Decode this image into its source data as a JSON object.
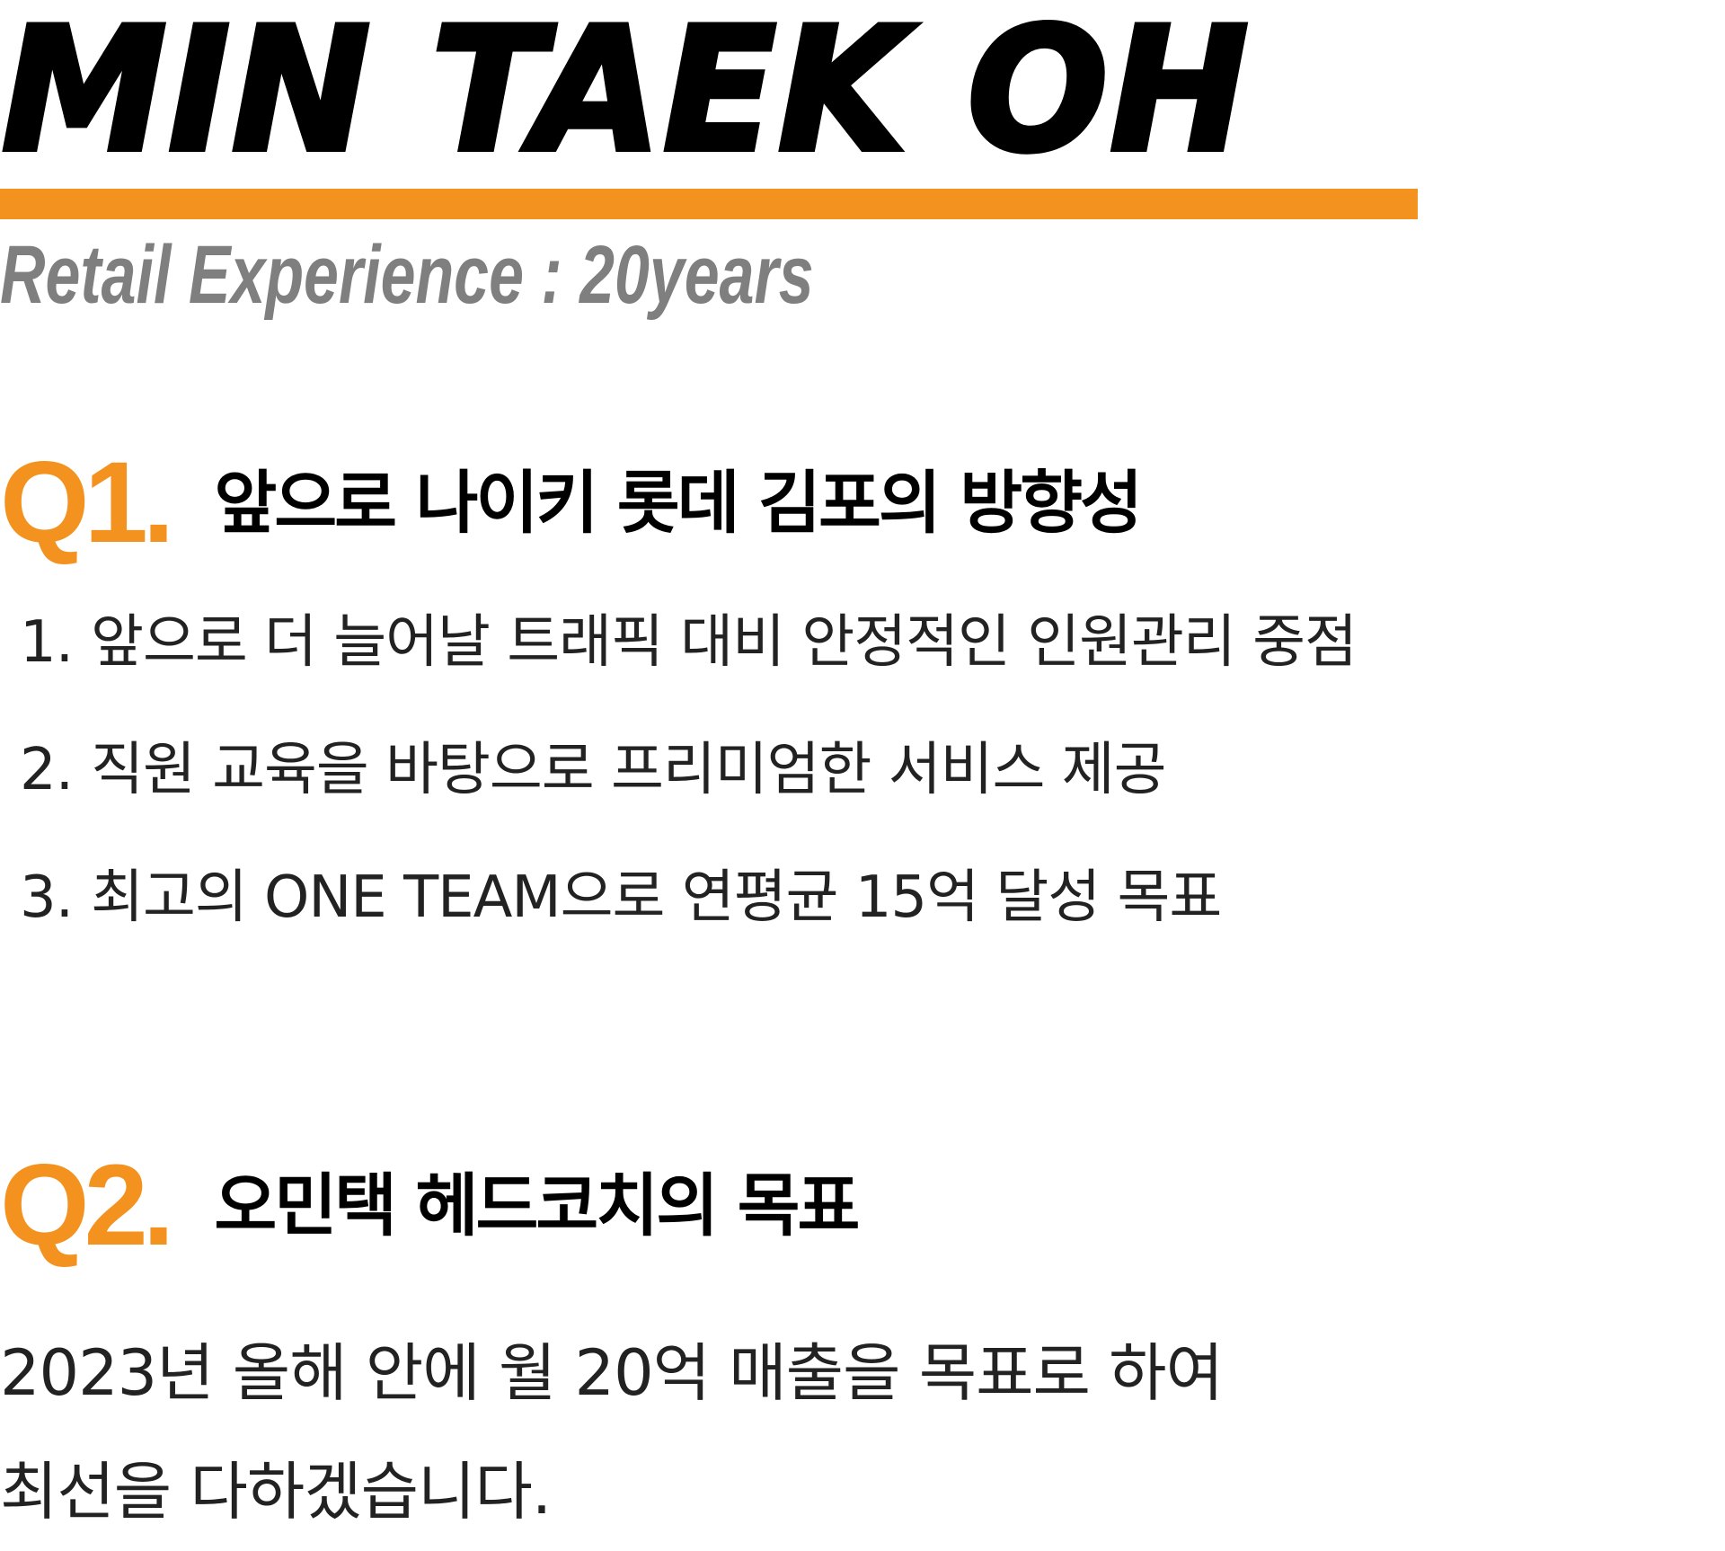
{
  "header": {
    "name": "MIN TAEK OH",
    "experience": "Retail Experience : 20years",
    "accent_color": "#f4921f",
    "subtitle_color": "#7f7f7f"
  },
  "q1": {
    "number": "Q1.",
    "title": "앞으로 나이키 롯데 김포의 방향성",
    "items": [
      {
        "num": "1.",
        "text": "앞으로 더 늘어날 트래픽 대비 안정적인 인원관리 중점"
      },
      {
        "num": "2.",
        "text": "직원 교육을 바탕으로 프리미엄한 서비스 제공"
      },
      {
        "num": "3.",
        "text": "최고의 ONE TEAM으로 연평균 15억 달성 목표"
      }
    ]
  },
  "q2": {
    "number": "Q2.",
    "title": "오민택 헤드코치의 목표",
    "lines": [
      "2023년 올해 안에 월 20억 매출을 목표로 하여",
      "최선을 다하겠습니다."
    ]
  }
}
